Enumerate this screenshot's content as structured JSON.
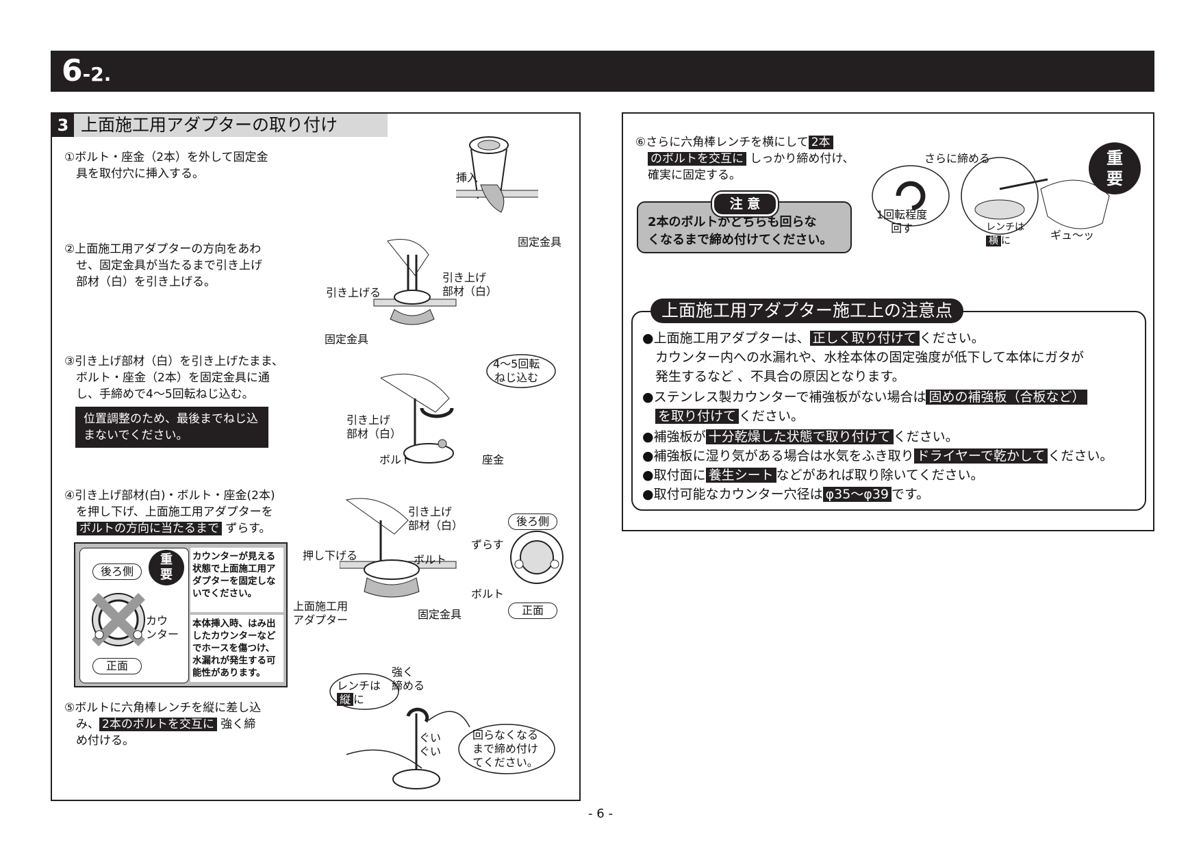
{
  "header": {
    "section_main": "6",
    "section_sub": "-2."
  },
  "left": {
    "section_number": "3",
    "section_title": "上面施工用アダプターの取り付け",
    "step1": "①ボルト・座金（2本）を外して固定金\n　具を取付穴に挿入する。",
    "step2": "②上面施工用アダプターの方向をあわ\n　せ、固定金具が当たるまで引き上げ\n　部材（白）を引き上げる。",
    "step3": "③引き上げ部材（白）を引き上げたまま、\n　ボルト・座金（2本）を固定金具に通\n　し、手締めで4～5回転ねじ込む。",
    "step3_note": "位置調整のため、最後までねじ込\nまないでください。",
    "step4_a": "④引き上げ部材(白)・ボルト・座金(2本)\n　を押し下げ、上面施工用アダプターを",
    "step4_hl": "ボルトの方向に当たるまで",
    "step4_b": "ずらす。",
    "step5_a": "⑤ボルトに六角棒レンチを縦に差し込\n　み、",
    "step5_hl": "2本のボルトを交互に",
    "step5_b": "強く締\n　め付ける。",
    "labels": {
      "insert": "挿入",
      "bracket1": "固定金具",
      "pull_up": "引き上げる",
      "pull_member": "引き上げ\n部材（白）",
      "bracket2": "固定金具",
      "turns_bubble": "4～5回転\nねじ込む",
      "pull_member3": "引き上げ\n部材（白）",
      "bolt3": "ボルト",
      "washer": "座金",
      "pull_member4": "引き上げ\n部材（白）",
      "push_down": "押し下げる",
      "bolt4": "ボルト",
      "adapter": "上面施工用\nアダプター",
      "bracket4": "固定金具",
      "shift": "ずらす",
      "bolt_r": "ボルト",
      "back_side": "後ろ側",
      "front_side": "正面",
      "wrench_vertical_a": "レンチは",
      "wrench_vertical_mark": "縦",
      "wrench_vertical_b": "に",
      "tighten_strong": "強く\n締める",
      "gui": "ぐい\nぐい",
      "until_no_turn": "回らなくなる\nまで締め付け\nてください。"
    },
    "important_box": {
      "back_side": "後ろ側",
      "counter": "カウ\nンター",
      "front": "正面",
      "badge": "重\n要",
      "text1": "カウンターが見える\n状態で上面施工用ア\nダプターを固定しな\nいでください。",
      "text2": "本体挿入時、はみ出\nしたカウンターなど\nでホースを傷つけ、\n水漏れが発生する可\n能性があります。"
    }
  },
  "right": {
    "step6_a": "⑥さらに六角棒レンチを横にして",
    "step6_hl1": "2本",
    "step6_hl2": "のボルトを交互に",
    "step6_b": "しっかり締め付け、",
    "step6_c": "確実に固定する。",
    "caution_label": "注 意",
    "caution_text": "2本のボルトがどちらも回らな\nくなるまで締め付けてください。",
    "labels": {
      "tighten_more": "さらに締める",
      "one_turn": "1回転程度\n回す",
      "wrench_a": "レンチは",
      "wrench_mark": "横",
      "wrench_b": "に",
      "gyu": "ギュ～ッ",
      "badge": "重\n要"
    },
    "notes_title": "上面施工用アダプター施工上の注意点",
    "notes": [
      {
        "pre": "●上面施工用アダプターは、",
        "hl": "正しく取り付けて",
        "post": "ください。"
      },
      {
        "pre": "　カウンター内への水漏れや、水栓本体の固定強度が低下して本体にガタが",
        "hl": "",
        "post": ""
      },
      {
        "pre": "　発生するなど 、不具合の原因となります。",
        "hl": "",
        "post": ""
      },
      {
        "pre": "●ステンレス製カウンターで補強板がない場合は",
        "hl": "固めの補強板（合板など）",
        "post": ""
      },
      {
        "pre": "　",
        "hl": "を取り付けて",
        "post": "ください。"
      },
      {
        "pre": "●補強板が",
        "hl": "十分乾燥した状態で取り付けて",
        "post": "ください。"
      },
      {
        "pre": "●補強板に湿り気がある場合は水気をふき取り",
        "hl": "ドライヤーで乾かして",
        "post": "ください。"
      },
      {
        "pre": "●取付面に",
        "hl": "養生シート",
        "post": "などがあれば取り除いてください。"
      },
      {
        "pre": "●取付可能なカウンター穴径は",
        "hl": "φ35～φ39",
        "post": "です。"
      }
    ]
  },
  "footer": {
    "page": "- 6 -"
  }
}
